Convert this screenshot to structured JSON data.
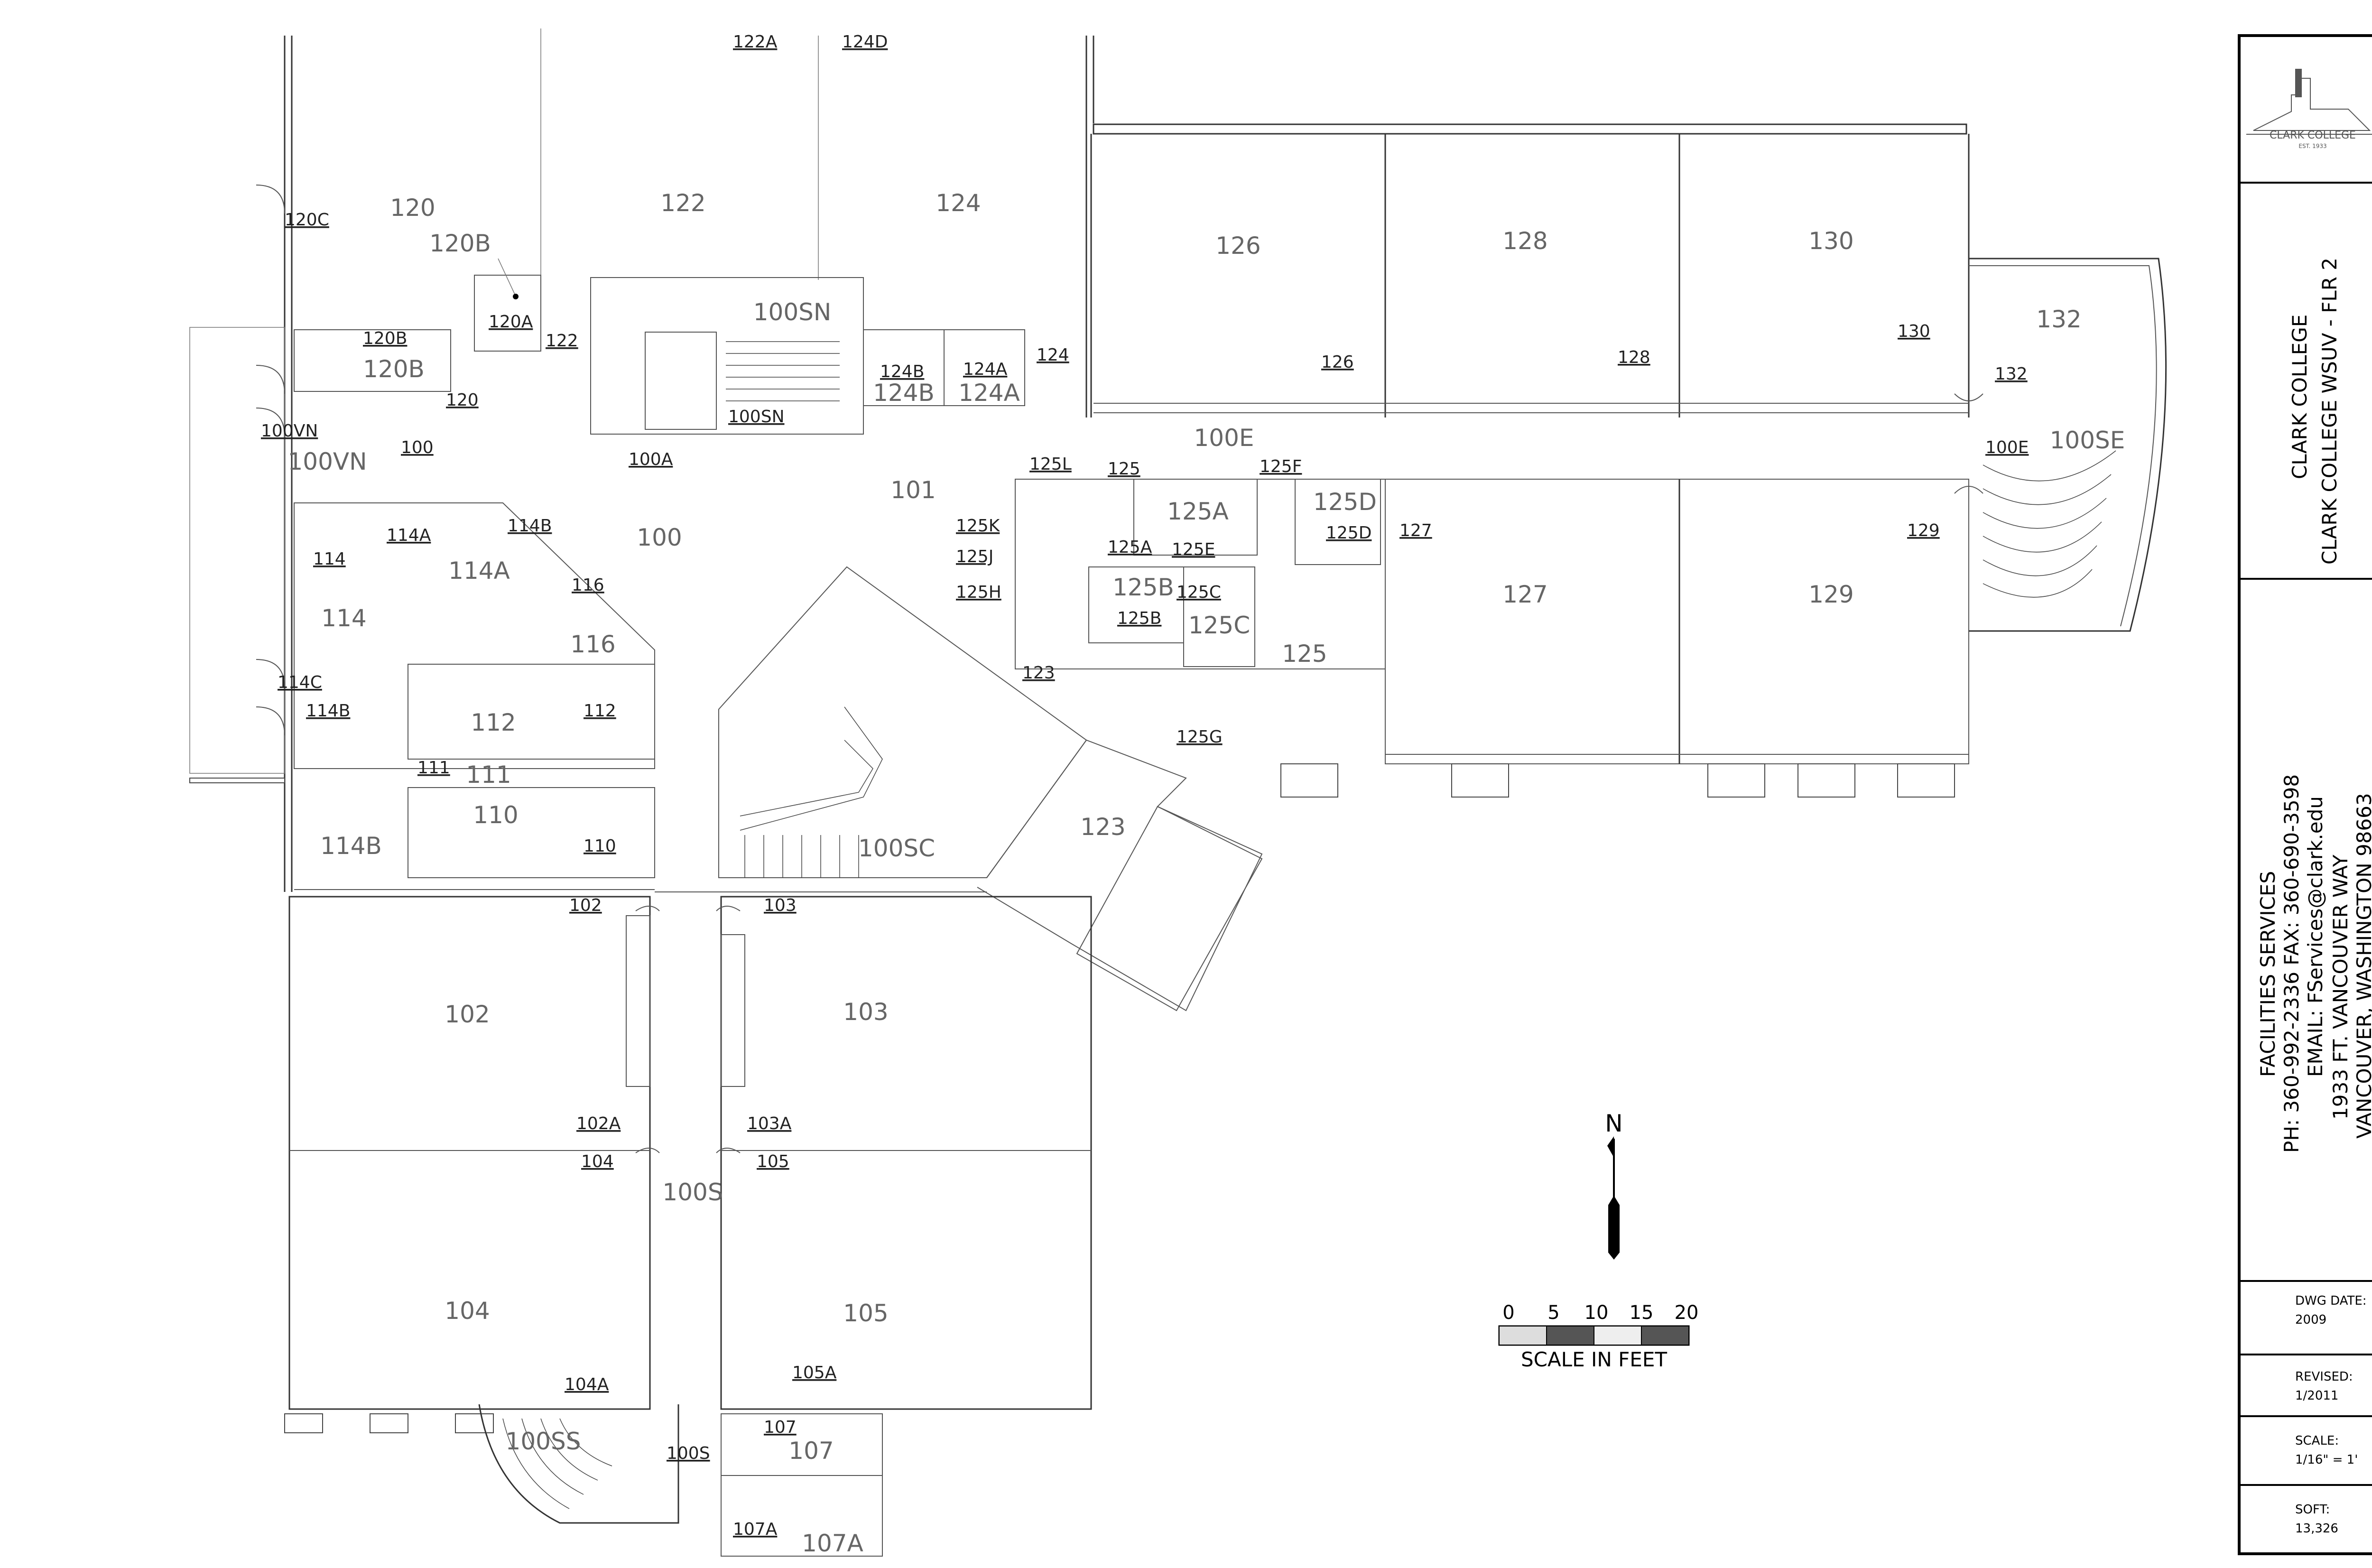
{
  "room_numbers": [
    {
      "key": "r120",
      "label": "120"
    },
    {
      "key": "r120B",
      "label": "120B"
    },
    {
      "key": "r122",
      "label": "122"
    },
    {
      "key": "r124",
      "label": "124"
    },
    {
      "key": "r100SN",
      "label": "100SN"
    },
    {
      "key": "r120B2",
      "label": "120B"
    },
    {
      "key": "r124B",
      "label": "124B"
    },
    {
      "key": "r124A",
      "label": "124A"
    },
    {
      "key": "r126",
      "label": "126"
    },
    {
      "key": "r128",
      "label": "128"
    },
    {
      "key": "r130",
      "label": "130"
    },
    {
      "key": "r132",
      "label": "132"
    },
    {
      "key": "r100VN",
      "label": "100VN"
    },
    {
      "key": "r100E",
      "label": "100E"
    },
    {
      "key": "r100SE",
      "label": "100SE"
    },
    {
      "key": "r101",
      "label": "101"
    },
    {
      "key": "r100",
      "label": "100"
    },
    {
      "key": "r114A",
      "label": "114A"
    },
    {
      "key": "r114",
      "label": "114"
    },
    {
      "key": "r116",
      "label": "116"
    },
    {
      "key": "r125A",
      "label": "125A"
    },
    {
      "key": "r125D",
      "label": "125D"
    },
    {
      "key": "r125B",
      "label": "125B"
    },
    {
      "key": "r125C",
      "label": "125C"
    },
    {
      "key": "r125",
      "label": "125"
    },
    {
      "key": "r127",
      "label": "127"
    },
    {
      "key": "r129",
      "label": "129"
    },
    {
      "key": "r112",
      "label": "112"
    },
    {
      "key": "r111",
      "label": "111"
    },
    {
      "key": "r110",
      "label": "110"
    },
    {
      "key": "r114B",
      "label": "114B"
    },
    {
      "key": "r100SC",
      "label": "100SC"
    },
    {
      "key": "r123",
      "label": "123"
    },
    {
      "key": "r102",
      "label": "102"
    },
    {
      "key": "r103",
      "label": "103"
    },
    {
      "key": "r100S",
      "label": "100S"
    },
    {
      "key": "r104",
      "label": "104"
    },
    {
      "key": "r105",
      "label": "105"
    },
    {
      "key": "r100SS",
      "label": "100SS"
    },
    {
      "key": "r107",
      "label": "107"
    },
    {
      "key": "r107A",
      "label": "107A"
    }
  ],
  "door_labels": [
    {
      "key": "d122A",
      "label": "122A"
    },
    {
      "key": "d124D",
      "label": "124D"
    },
    {
      "key": "d120C",
      "label": "120C"
    },
    {
      "key": "d120A",
      "label": "120A"
    },
    {
      "key": "d122",
      "label": "122"
    },
    {
      "key": "d120B",
      "label": "120B"
    },
    {
      "key": "d120",
      "label": "120"
    },
    {
      "key": "d124B",
      "label": "124B"
    },
    {
      "key": "d124A",
      "label": "124A"
    },
    {
      "key": "d124",
      "label": "124"
    },
    {
      "key": "d126",
      "label": "126"
    },
    {
      "key": "d128",
      "label": "128"
    },
    {
      "key": "d130",
      "label": "130"
    },
    {
      "key": "d132",
      "label": "132"
    },
    {
      "key": "d100VN",
      "label": "100VN"
    },
    {
      "key": "d100",
      "label": "100"
    },
    {
      "key": "d100A",
      "label": "100A"
    },
    {
      "key": "d100SN",
      "label": "100SN"
    },
    {
      "key": "d100E",
      "label": "100E"
    },
    {
      "key": "d125L",
      "label": "125L"
    },
    {
      "key": "d125",
      "label": "125"
    },
    {
      "key": "d125F",
      "label": "125F"
    },
    {
      "key": "d125K",
      "label": "125K"
    },
    {
      "key": "d125J",
      "label": "125J"
    },
    {
      "key": "d125H",
      "label": "125H"
    },
    {
      "key": "d125A",
      "label": "125A"
    },
    {
      "key": "d125E",
      "label": "125E"
    },
    {
      "key": "d125C",
      "label": "125C"
    },
    {
      "key": "d125B",
      "label": "125B"
    },
    {
      "key": "d125D",
      "label": "125D"
    },
    {
      "key": "d127",
      "label": "127"
    },
    {
      "key": "d129",
      "label": "129"
    },
    {
      "key": "d114A",
      "label": "114A"
    },
    {
      "key": "d114B",
      "label": "114B"
    },
    {
      "key": "d114",
      "label": "114"
    },
    {
      "key": "d116",
      "label": "116"
    },
    {
      "key": "d114C",
      "label": "114C"
    },
    {
      "key": "d114B2",
      "label": "114B"
    },
    {
      "key": "d112",
      "label": "112"
    },
    {
      "key": "d111",
      "label": "111"
    },
    {
      "key": "d110",
      "label": "110"
    },
    {
      "key": "d123",
      "label": "123"
    },
    {
      "key": "d125G",
      "label": "125G"
    },
    {
      "key": "d102",
      "label": "102"
    },
    {
      "key": "d103",
      "label": "103"
    },
    {
      "key": "d102A",
      "label": "102A"
    },
    {
      "key": "d103A",
      "label": "103A"
    },
    {
      "key": "d104",
      "label": "104"
    },
    {
      "key": "d105",
      "label": "105"
    },
    {
      "key": "d104A",
      "label": "104A"
    },
    {
      "key": "d105A",
      "label": "105A"
    },
    {
      "key": "d107",
      "label": "107"
    },
    {
      "key": "d100S",
      "label": "100S"
    },
    {
      "key": "d107A",
      "label": "107A"
    }
  ],
  "north_label": "N",
  "scale_bar": {
    "ticks": [
      "0",
      "5",
      "10",
      "15",
      "20"
    ],
    "caption": "SCALE IN FEET"
  },
  "title_block": {
    "logo_text": "CLARK COLLEGE",
    "logo_est": "EST. 1933",
    "title_line1": "CLARK COLLEGE",
    "title_line2": "CLARK COLLEGE WSUV - FLR 2",
    "dept": "FACILITIES SERVICES",
    "phone": "PH: 360-992-2336     FAX: 360-690-3598",
    "email": "EMAIL: FServices@clark.edu",
    "address1": "1933 FT. VANCOUVER WAY",
    "address2": "VANCOUVER, WASHINGTON 98663",
    "dwg_date_label": "DWG DATE:",
    "dwg_date": "2009",
    "revised_label": "REVISED:",
    "revised": "1/2011",
    "scale_label": "SCALE:",
    "scale": "1/16\" = 1'",
    "soft_label": "SOFT:",
    "soft": "13,326"
  },
  "colors": {
    "line": "#333333",
    "label": "#666666",
    "border": "#000000"
  }
}
